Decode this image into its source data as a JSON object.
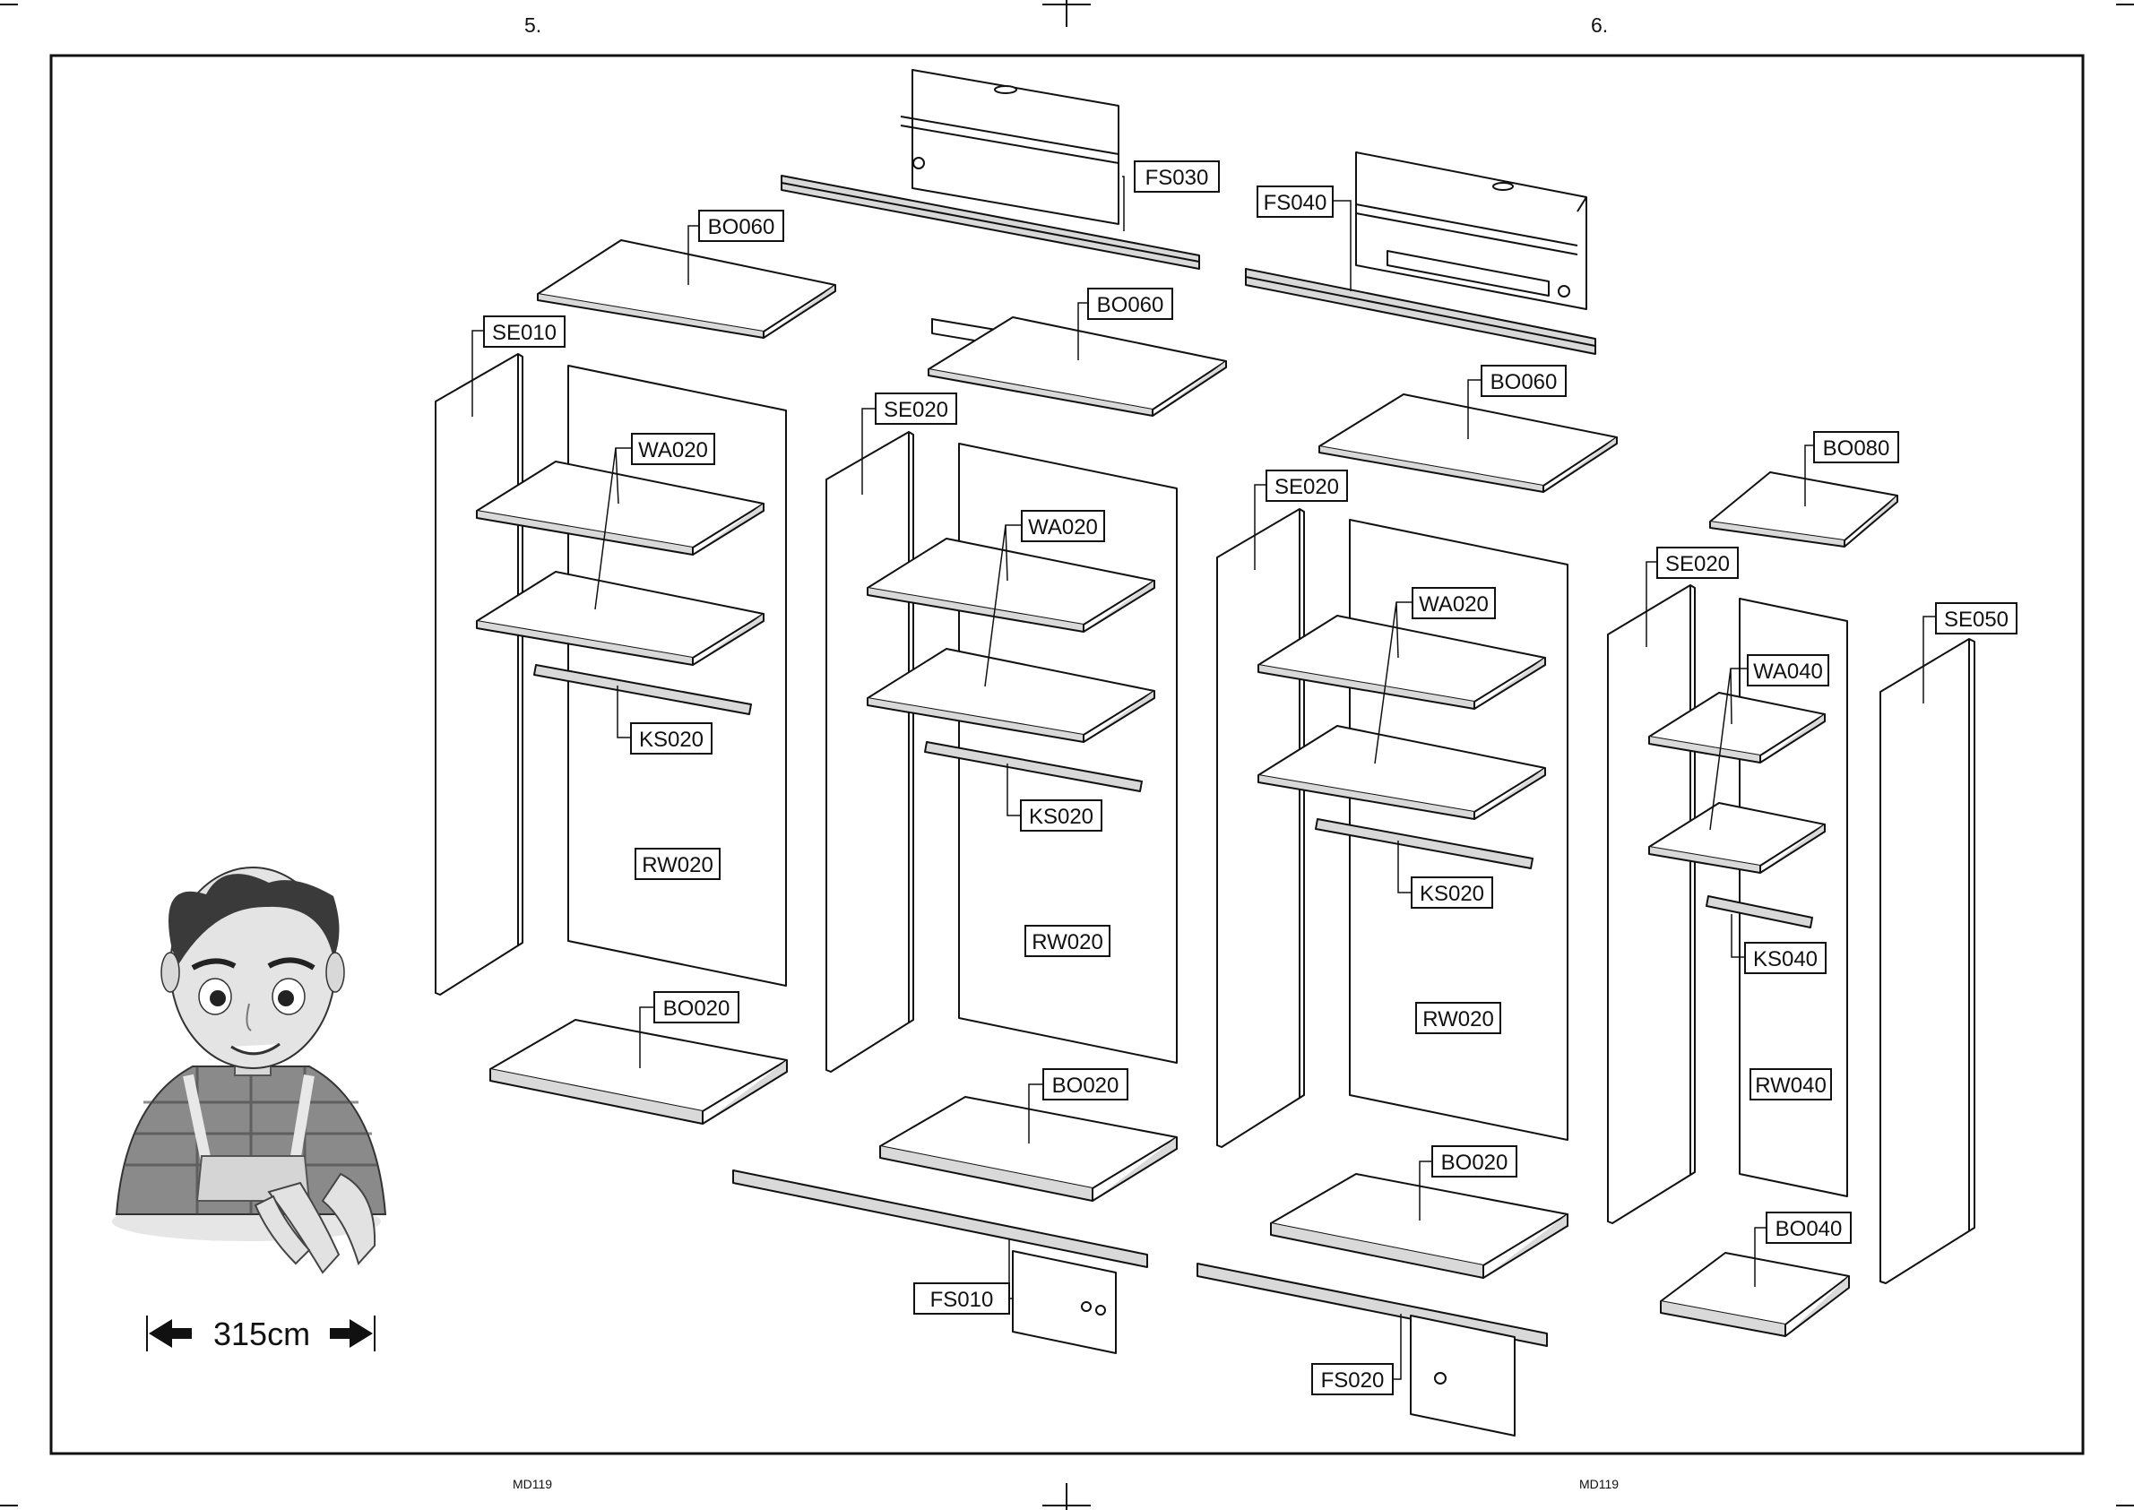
{
  "step_numbers": [
    "5.",
    "6."
  ],
  "footer_codes": [
    "MD119",
    "MD119"
  ],
  "dimension": {
    "label": "315cm"
  },
  "icons": {
    "mascot": "worker-mascot-illustration",
    "dimension_arrows": "double-arrow-icon"
  },
  "colors": {
    "line": "#111111",
    "panel": "#ffffff",
    "shade": "#d9d9d9"
  },
  "parts": {
    "FS030": "FS030",
    "FS040": "FS040",
    "BO060_a": "BO060",
    "BO060_b": "BO060",
    "BO060_c": "BO060",
    "BO080": "BO080",
    "SE010": "SE010",
    "SE020_a": "SE020",
    "SE020_b": "SE020",
    "SE020_c": "SE020",
    "SE050": "SE050",
    "WA020_a": "WA020",
    "WA020_b": "WA020",
    "WA020_c": "WA020",
    "WA040": "WA040",
    "KS020_a": "KS020",
    "KS020_b": "KS020",
    "KS020_c": "KS020",
    "KS040": "KS040",
    "RW020_a": "RW020",
    "RW020_b": "RW020",
    "RW020_c": "RW020",
    "RW040": "RW040",
    "BO020_a": "BO020",
    "BO020_b": "BO020",
    "BO020_c": "BO020",
    "BO040": "BO040",
    "FS010": "FS010",
    "FS020": "FS020"
  }
}
